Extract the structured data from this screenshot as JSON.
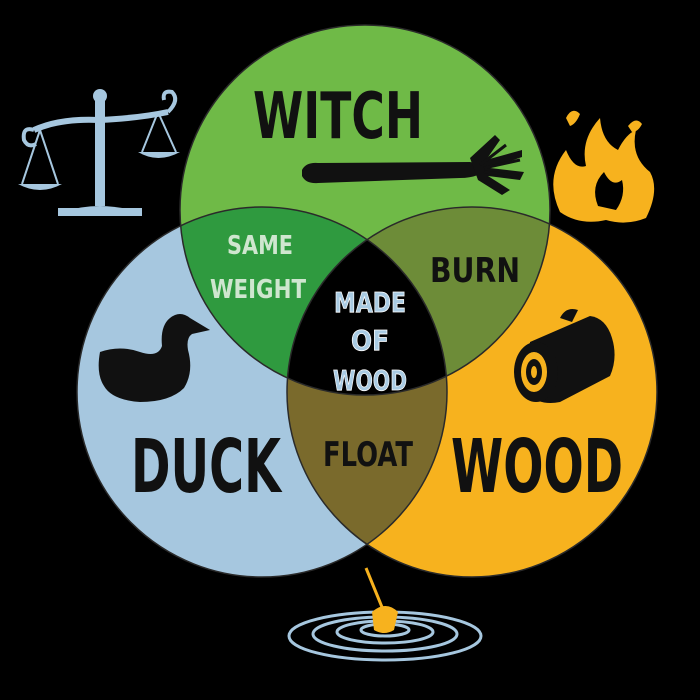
{
  "sets": {
    "witch": {
      "label": "WITCH",
      "color": "#6fba47"
    },
    "duck": {
      "label": "DUCK",
      "color": "#a6c7df"
    },
    "wood": {
      "label": "WOOD",
      "color": "#f7b21e"
    }
  },
  "intersections": {
    "witch_duck": {
      "line1": "SAME",
      "line2": "WEIGHT",
      "color": "#2f9a3f"
    },
    "witch_wood": {
      "label": "BURN",
      "color": "#6d8c38"
    },
    "duck_wood": {
      "label": "FLOAT",
      "color": "#7a6a2c"
    },
    "center": {
      "line1": "MADE",
      "line2": "OF",
      "line3": "WOOD",
      "color": "#a9cbe3"
    }
  },
  "icons": {
    "scales": {
      "name": "balance-scale-icon",
      "color": "#a6c7df"
    },
    "fire": {
      "name": "fire-icon",
      "color": "#f7b21e"
    },
    "broom": {
      "name": "broom-icon",
      "color": "#111111"
    },
    "duck": {
      "name": "duck-silhouette-icon",
      "color": "#111111"
    },
    "log": {
      "name": "log-icon",
      "color": "#111111"
    },
    "float": {
      "name": "fishing-float-icon",
      "color": "#f7b21e"
    },
    "ripple": {
      "name": "water-ripple-icon",
      "color": "#a6c7df"
    }
  }
}
